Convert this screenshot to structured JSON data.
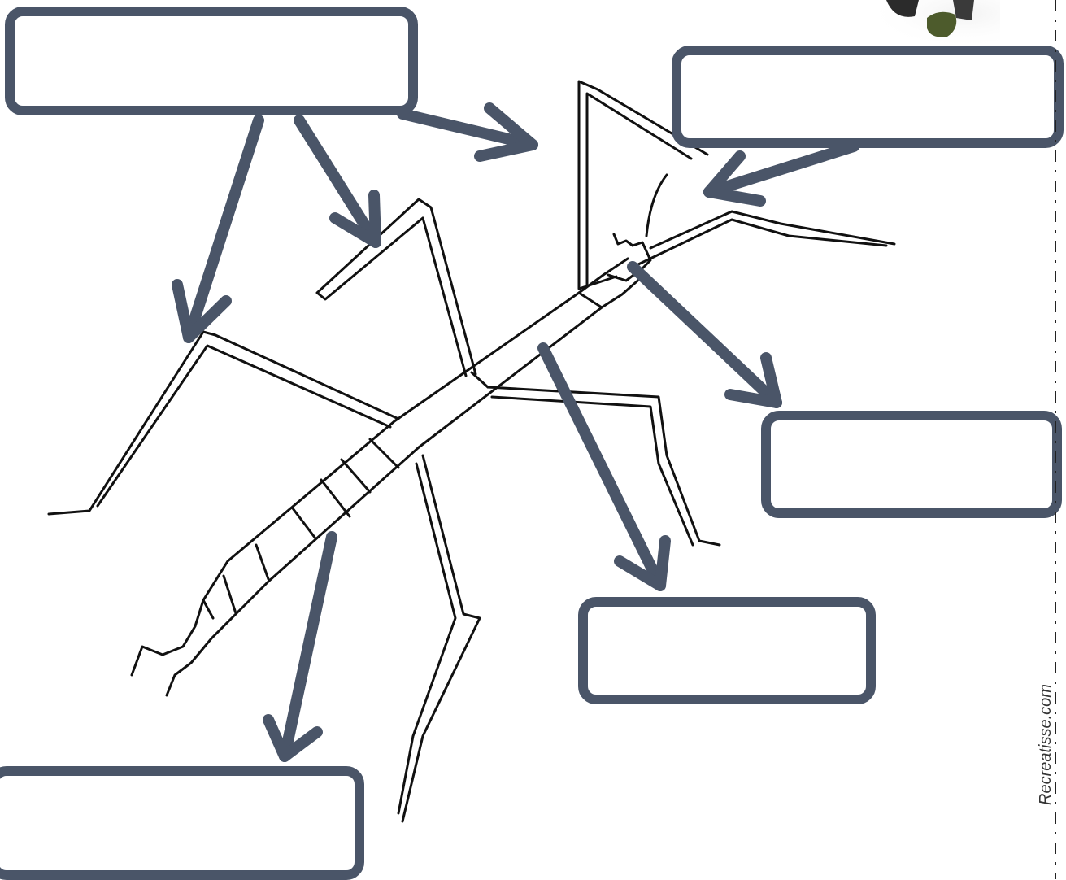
{
  "diagram": {
    "subject": "stick-insect-labeling-worksheet",
    "boxes": [
      {
        "id": "box-top-left",
        "text": ""
      },
      {
        "id": "box-top-right",
        "text": ""
      },
      {
        "id": "box-mid-right",
        "text": ""
      },
      {
        "id": "box-bottom-mid",
        "text": ""
      },
      {
        "id": "box-bottom-left",
        "text": ""
      }
    ]
  },
  "watermark": {
    "text": "Recreatisse.com"
  },
  "colors": {
    "arrow": "#4a5568",
    "outline": "#111111",
    "box_border": "#4a5568"
  }
}
